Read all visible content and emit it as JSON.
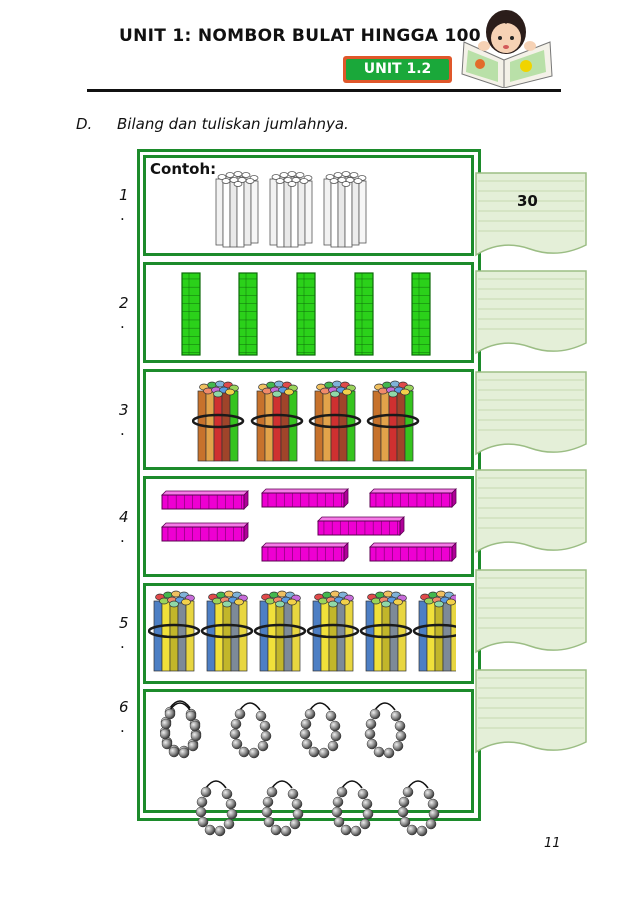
{
  "header": {
    "title": "UNIT 1: NOMBOR BULAT HINGGA 100",
    "badge": "UNIT 1.2"
  },
  "instruction": {
    "letter": "D.",
    "text": "Bilang dan tuliskan jumlahnya."
  },
  "example_label": "Contoh:",
  "rows": [
    {
      "number": "1",
      "dot": ".",
      "item": "bundle-of-10-white-sticks",
      "groups": 3,
      "answer": "30"
    },
    {
      "number": "2",
      "dot": ".",
      "item": "green-ten-rod",
      "groups": 5,
      "answer": ""
    },
    {
      "number": "3",
      "dot": ".",
      "item": "bundle-of-10-colored-pencils",
      "groups": 4,
      "answer": ""
    },
    {
      "number": "4",
      "dot": ".",
      "item": "magenta-ten-block-strip",
      "groups": 7,
      "answer": ""
    },
    {
      "number": "5",
      "dot": ".",
      "item": "bundle-of-10-colored-pencils",
      "groups": 6,
      "answer": ""
    },
    {
      "number": "6",
      "dot": ".",
      "item": "string-of-10-beads",
      "groups": 8,
      "answer": ""
    }
  ],
  "page_number": "11",
  "colors": {
    "frame_green": "#1c8b2b",
    "badge_green": "#1aa83a",
    "badge_border": "#e0572a",
    "tag_fill": "#e4efd8",
    "tag_lines": "#c6d9b0",
    "rod_green": "#2bd11a",
    "strip_magenta": "#ee00d2"
  }
}
